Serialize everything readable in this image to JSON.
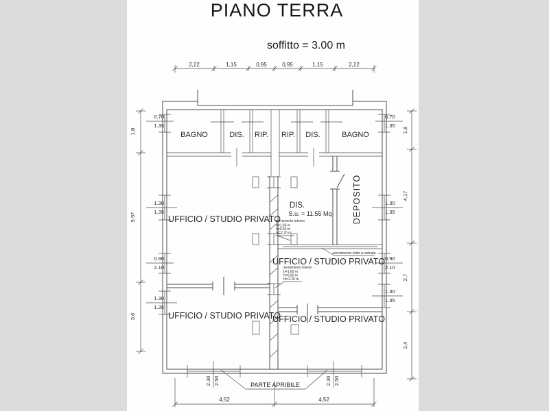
{
  "title": "PIANO TERRA",
  "ceiling_note": "soffitto = 3.00 m",
  "rooms": {
    "top_row": [
      "BAGNO",
      "DIS.",
      "RIP.",
      "RIP.",
      "DIS.",
      "BAGNO"
    ],
    "offices": [
      "UFFICIO / STUDIO PRIVATO",
      "UFFICIO / STUDIO PRIVATO",
      "UFFICIO / STUDIO PRIVATO",
      "UFFICIO / STUDIO PRIVATO"
    ],
    "deposito": "DEPOSITO",
    "dis": {
      "label": "DIS.",
      "area": "S.u. = 11.55 Mq"
    }
  },
  "dimensions": {
    "top": [
      "2,22",
      "1,15",
      "0,95",
      "0,95",
      "1,15",
      "2,22"
    ],
    "bottom": [
      "4,52",
      "4,52"
    ],
    "left_outer": [
      "1.8",
      "5.97",
      "3.6"
    ],
    "right_outer": [
      "1,8",
      "4,17",
      "2,7",
      "2,4"
    ],
    "left_openings": [
      [
        "0.70",
        "1.35"
      ],
      [
        "1.30",
        "1.35"
      ],
      [
        "0.90",
        "2.10"
      ],
      [
        "1.30",
        "1.35"
      ]
    ],
    "right_openings": [
      [
        "0.70",
        "1.35"
      ],
      [
        "1.30",
        "1.35"
      ],
      [
        "0.90",
        "2.10"
      ],
      [
        "1.30",
        "1.35"
      ]
    ],
    "bottom_openings": [
      [
        "2.30",
        "2.50"
      ],
      [
        "2.30",
        "2.50"
      ]
    ]
  },
  "annotations": {
    "window_note": [
      "serramento interno",
      "b=1.60 m",
      "h=0.60 m",
      "ht=2.20 m"
    ],
    "glazed_note": "serramento tutto a vetrata",
    "openable_note": "PARTE APRIBILE"
  },
  "colors": {
    "line": "#4a4a4a",
    "text": "#262626",
    "sheet": "#fefefe",
    "margin": "#dcdcdc"
  }
}
